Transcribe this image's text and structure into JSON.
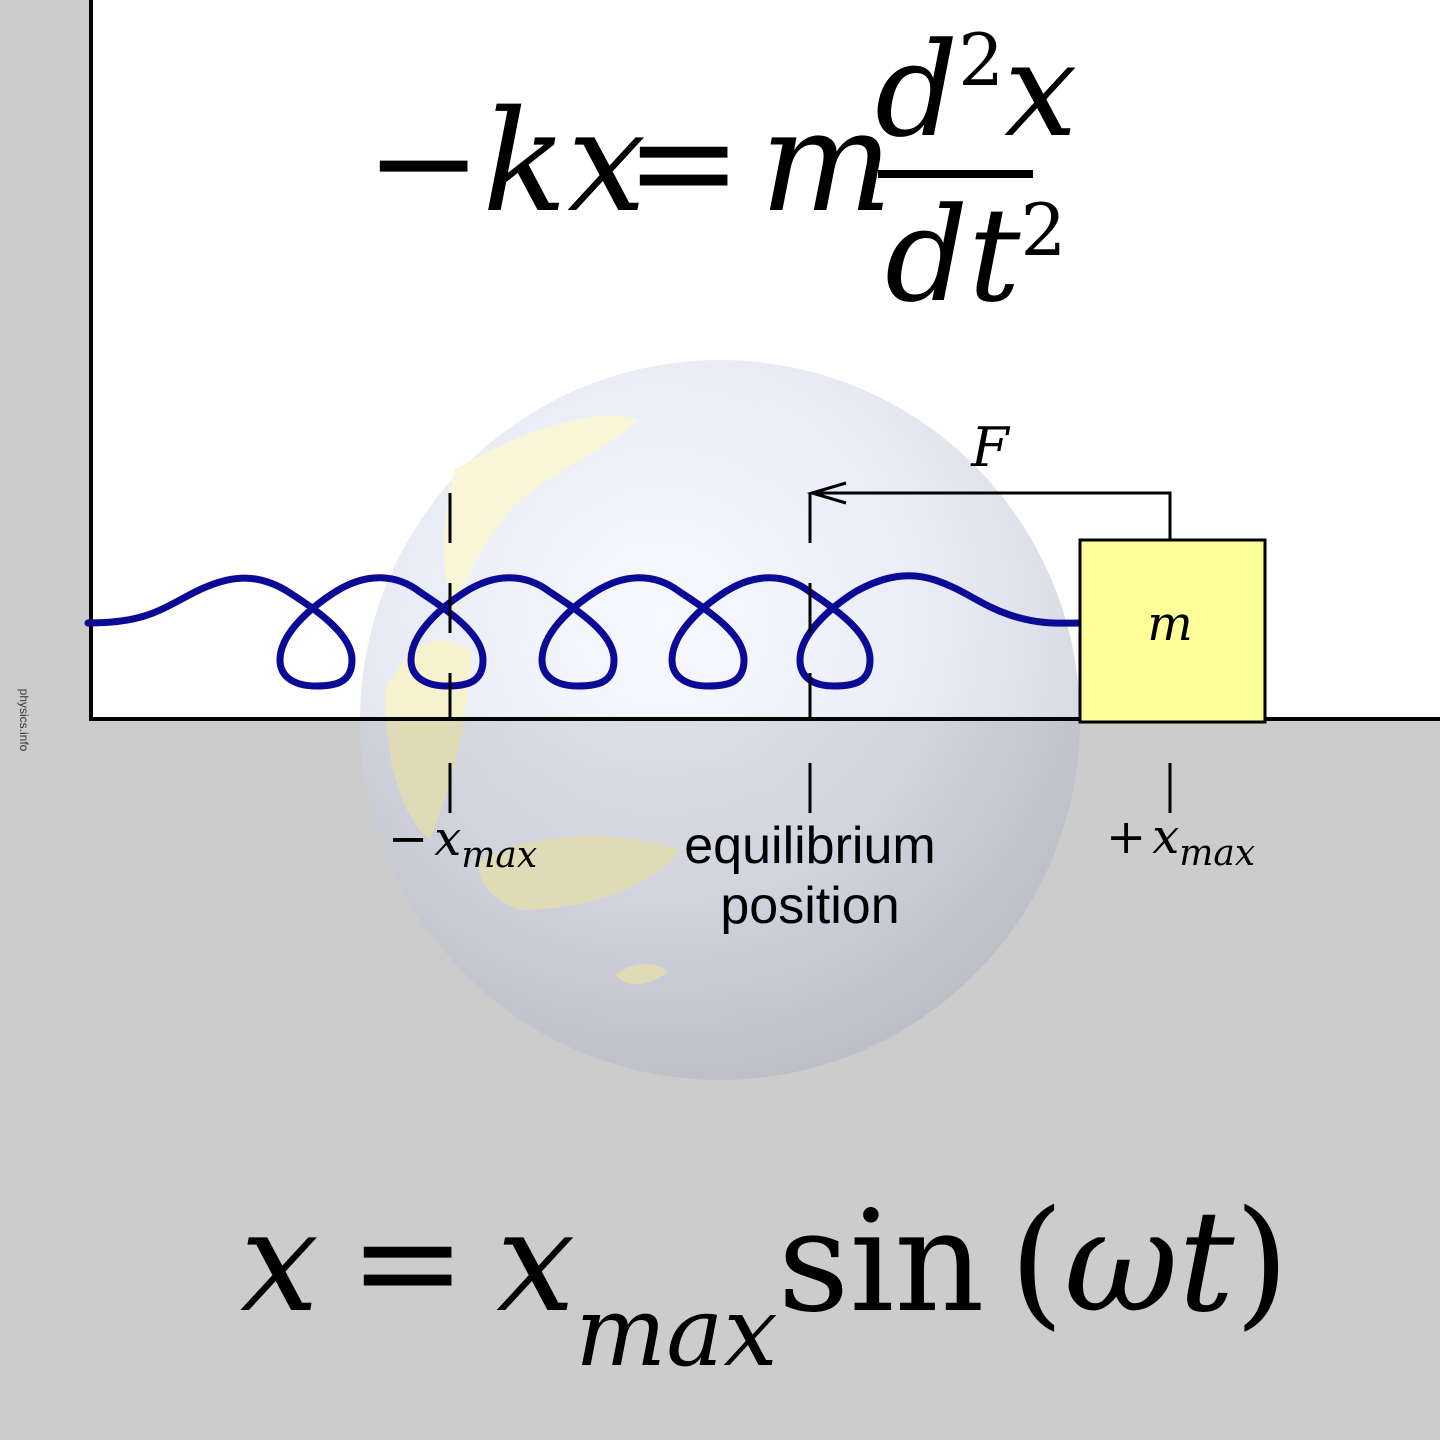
{
  "watermark": "physics.info",
  "equation_top": {
    "minus": "−",
    "k": "k",
    "x": "x",
    "equals": "=",
    "m": "m",
    "d": "d",
    "two": "2",
    "t": "t"
  },
  "force_label": "F",
  "mass_label": "m",
  "positions": {
    "minus_sign": "−",
    "plus_sign": "+",
    "x": "x",
    "max": "max",
    "equilibrium_line1": "equilibrium",
    "equilibrium_line2": "position"
  },
  "equation_bottom": {
    "x": "x",
    "equals": "=",
    "x2": "x",
    "max": "max",
    "sin": "sin",
    "open_paren": "(",
    "omega": "ω",
    "t": "t",
    "close_paren": ")"
  },
  "colors": {
    "background": "#cccccc",
    "panel": "#ffffff",
    "spring": "#0a0a96",
    "mass_fill": "#ffff99",
    "ink": "#000000"
  }
}
